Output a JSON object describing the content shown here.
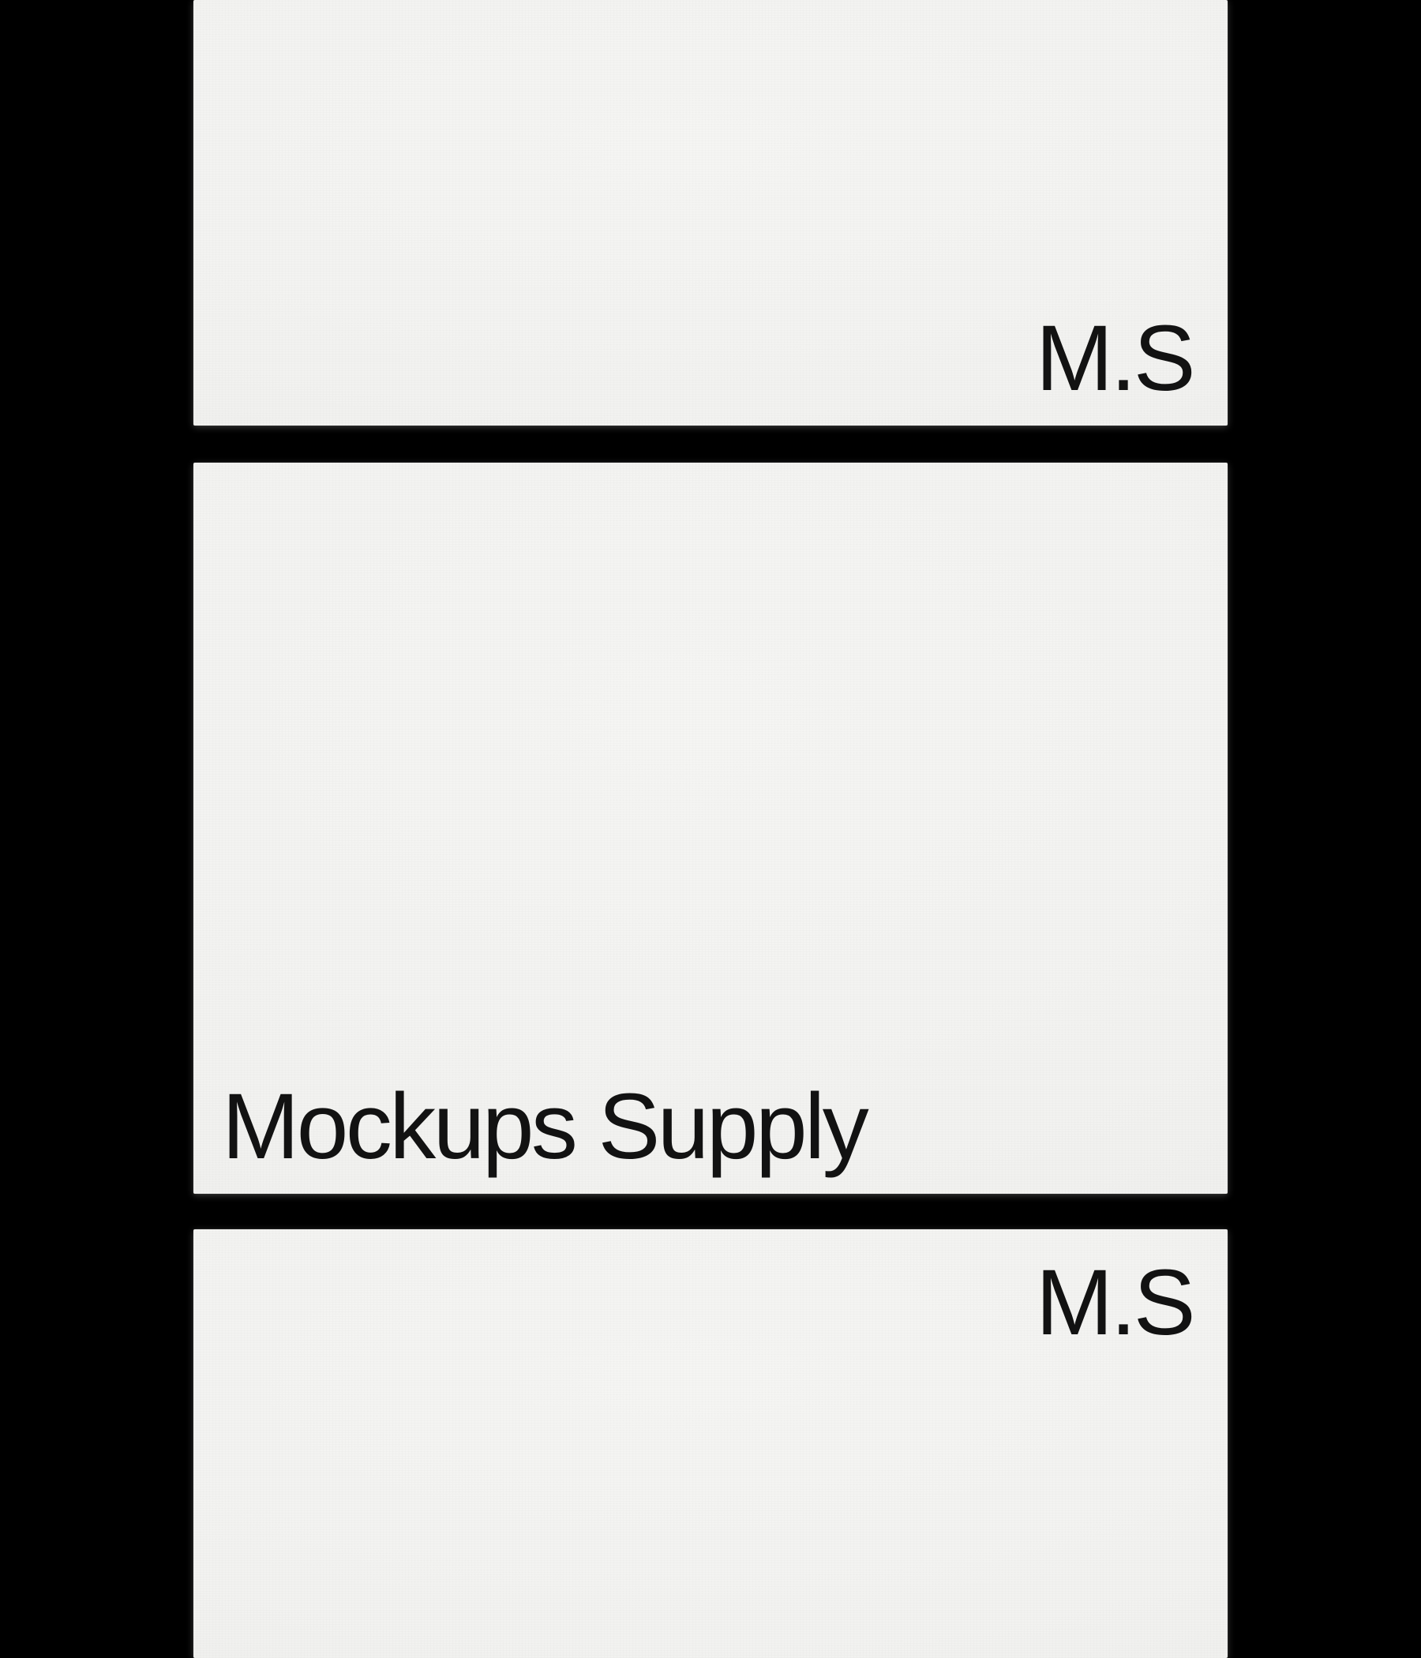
{
  "cards": {
    "top": {
      "label": "M.S"
    },
    "middle": {
      "label": "Mockups Supply"
    },
    "bottom": {
      "label": "M.S"
    }
  },
  "colors": {
    "background": "#000000",
    "card": "#f3f3f1",
    "text": "#121212"
  }
}
